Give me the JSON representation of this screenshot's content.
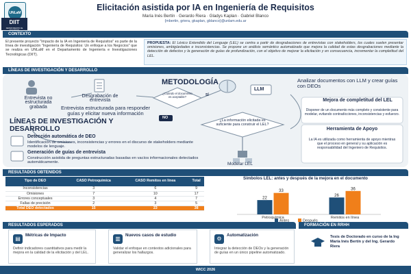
{
  "header": {
    "logo_text": "UNLaM",
    "title": "Elicitación asistida por IA en Ingeniería de Requisitos",
    "authors": "María Inés Bertín  ·  Gerardo Riera  ·  Gladys Kaplan  ·  Gabriel Blanco",
    "emails": "{mbertin, griera, gkaplan, gblanco}@unlam.edu.ar",
    "side_logo": "DIIT",
    "side_logo_sub": "DEPARTAMENTO DE INGENIERÍA"
  },
  "contexto": {
    "heading": "CONTEXTO",
    "body": "El presente proyecto \"Impacto de la IA en Ingeniería de Requisitos\" es parte de la línea de investigación \"Ingeniería de Requisitos: Un enfoque a los Negocios\" que se realiza en UNLaM en el Departamento de Ingeniería e Investigaciones Tecnológicas (DIIT).",
    "propuesta_label": "PROPUESTA:",
    "propuesta": "El Léxico Extendido del Lenguaje (LEL) se centra a partir de desgrabaciones de entrevistas con stakeholders, los cuales suelen presentar omisiones, ambigüedades e inconsistencias. Se propone un análisis semántico automatizado que mejora la calidad de estas desgrabaciones mediante la detección de defectos y la generación de guías de profundización, con el objetivo de mejorar la elicitación y en consecuencia, incrementar la completitud del LEL."
  },
  "lineas": {
    "heading": "LÍNEAS DE INVESTIGACIÓN Y DESARROLLO",
    "metodologia": "METODOLOGÍA",
    "entrevista": "Entrevista no estructurada grabada",
    "desgrabacion": "Desgrabación de entrevista",
    "cuando": "¿Cuándo el documento es aceptable?",
    "si": "SÍ",
    "no": "NO",
    "llm": "LLM",
    "analizar": "Analizar documentos con LLM y crear guías con DEOs",
    "estructurada": "Entrevista estructurada para responder guías y elicitar nueva información",
    "pregunta": "¿La información elicitada es suficiente para construir el LEL?",
    "mejora_title": "Mejora de completitud del LEL",
    "mejora_body": "Disponer de un documento más completo y consistente para modelar, evitando contradicciones, inconsistencias y esfuerzo.",
    "modelar": "Modelar LEL",
    "big_title": "LÍNEAS DE INVESTIGACIÓN Y DESARROLLO",
    "deteccion_title": "Detección automática de DEO",
    "deteccion_body": "Identificación de omisiones, inconsistencias y errores en el discurso de stakeholders mediante modelos de lenguaje.",
    "generacion_title": "Generación de guías de entrevista",
    "generacion_body": "Construcción asistida de preguntas estructuradas basadas en vacíos informacionales detectados automáticamente.",
    "herramienta_title": "Herramienta de Apoyo",
    "herramienta_body": "La IA es utilizada como herramienta de apoyo mientras que el proceso en general y su aplicación es responsabilidad del Ingeniero de Requisitos."
  },
  "resultados_obtenidos": {
    "heading": "RESULTADOS OBTENIDOS",
    "table": {
      "headers": [
        "Tipo de DEO",
        "CASO Petroquímica",
        "CASO Remitos en línea",
        "Total"
      ],
      "rows": [
        [
          "Inconsistencias",
          "3",
          "6",
          "9"
        ],
        [
          "Omisiones",
          "7",
          "10",
          "17"
        ],
        [
          "Errores conceptuales",
          "3",
          "4",
          "7"
        ],
        [
          "Fallas de precisión",
          "2",
          "3",
          "5"
        ]
      ],
      "total": [
        "Total DEO detectados",
        "15",
        "23",
        "38"
      ]
    }
  },
  "chart_data": {
    "type": "bar",
    "title": "Símbolos LEL: antes y después de la mejora en el documento",
    "categories": [
      "Petroquímica",
      "Remitos en línea"
    ],
    "series": [
      {
        "name": "Antes",
        "values": [
          22,
          26
        ],
        "color": "#1f4f78"
      },
      {
        "name": "Después",
        "values": [
          33,
          36
        ],
        "color": "#f07f1a"
      }
    ],
    "ylim": [
      0,
      40
    ],
    "legend": "bottom"
  },
  "resultados_esperados": {
    "heading": "RESULTADOS ESPERADOS",
    "cards": [
      {
        "title": "Métricas de Impacto",
        "body": "Definir indicadores cuantitativos para medir la mejora en la calidad de la elicitación y del LEL."
      },
      {
        "title": "Nuevos casos de estudio",
        "body": "Validar el enfoque en contextos adicionales para generalizar los hallazgos."
      },
      {
        "title": "Automatización",
        "body": "Integrar la detección de DEOs y la generación de guías en un único pipeline automatizado."
      }
    ]
  },
  "formacion": {
    "heading": "FORMACIÓN EN RRHH",
    "body": "Tesis de Doctorado en curso de la Ing María Inés Bertín y del Ing. Gerardo Riera"
  },
  "footer": "WICC 2026"
}
